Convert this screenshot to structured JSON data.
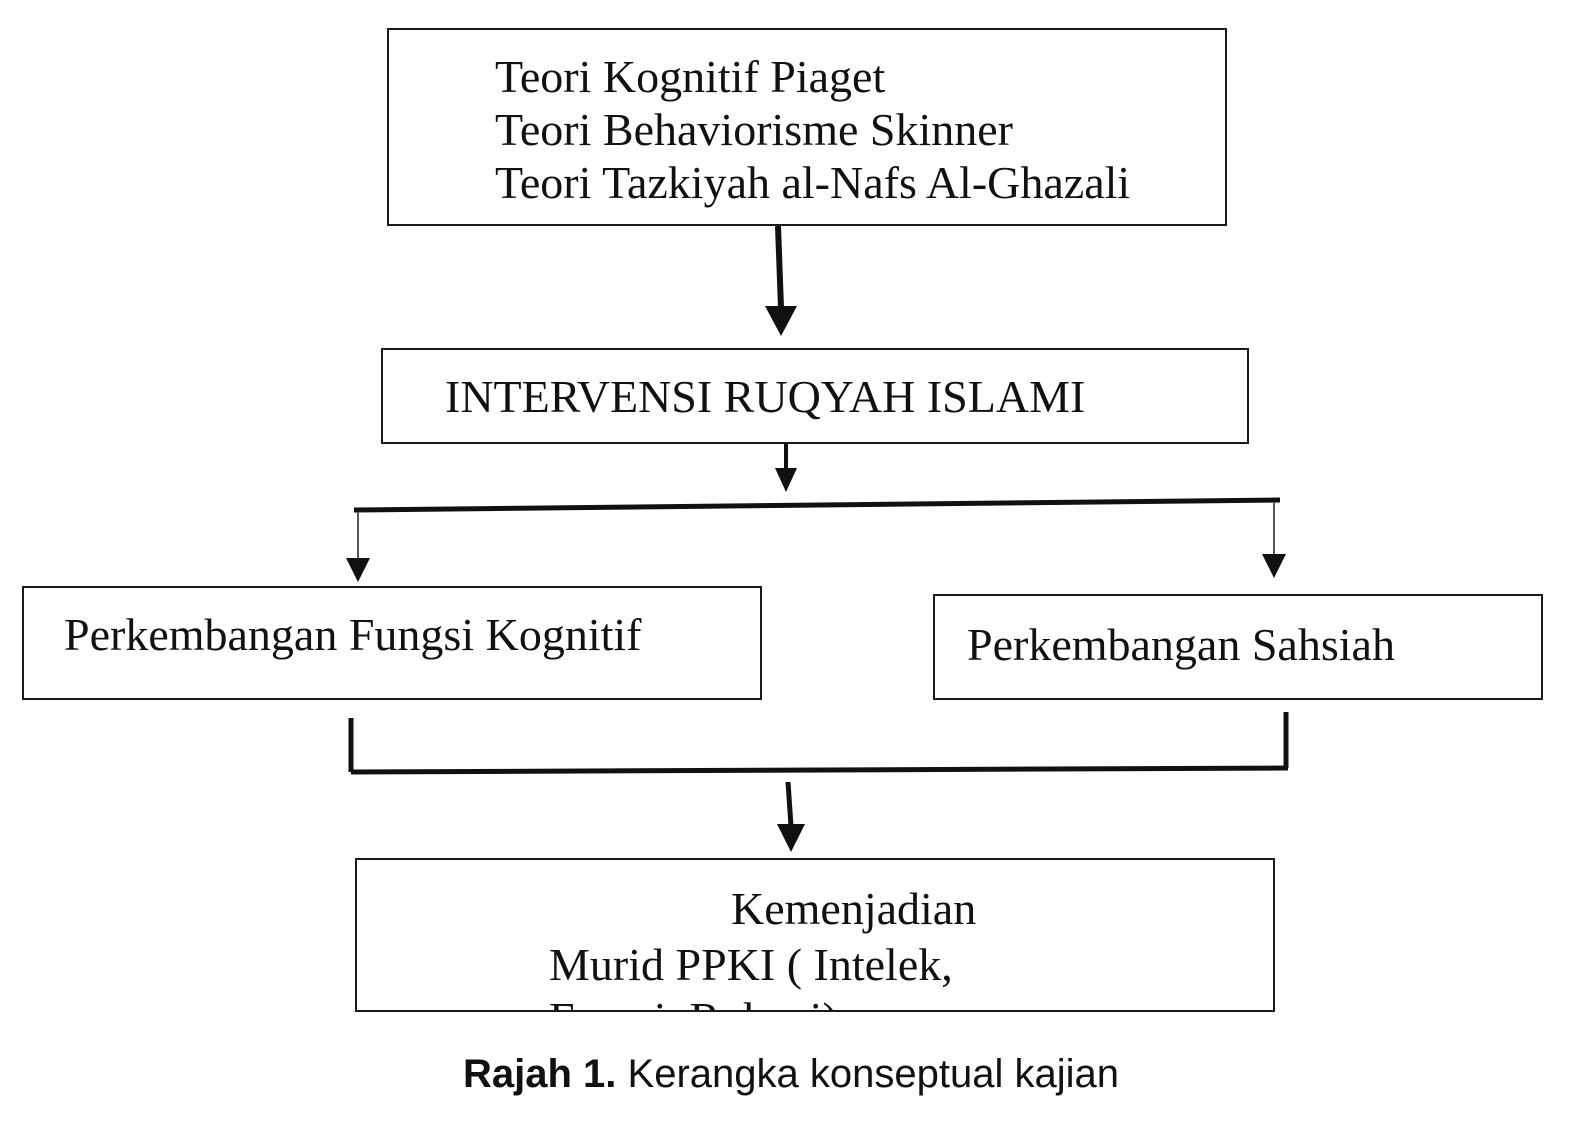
{
  "theories": {
    "lines": [
      "Teori Kognitif Piaget",
      "Teori Behaviorisme Skinner",
      "Teori Tazkiyah al-Nafs Al-Ghazali"
    ]
  },
  "intervention": {
    "label": "INTERVENSI RUQYAH ISLAMI"
  },
  "outcomes": {
    "cognitive": "Perkembangan Fungsi Kognitif",
    "personality": "Perkembangan Sahsiah"
  },
  "result": {
    "line1": "Kemenjadian",
    "line2": "Murid PPKI ( Intelek,",
    "line3": "Emosi, Rohani)"
  },
  "caption": {
    "label": "Rajah 1.",
    "text": " Kerangka konseptual kajian"
  }
}
